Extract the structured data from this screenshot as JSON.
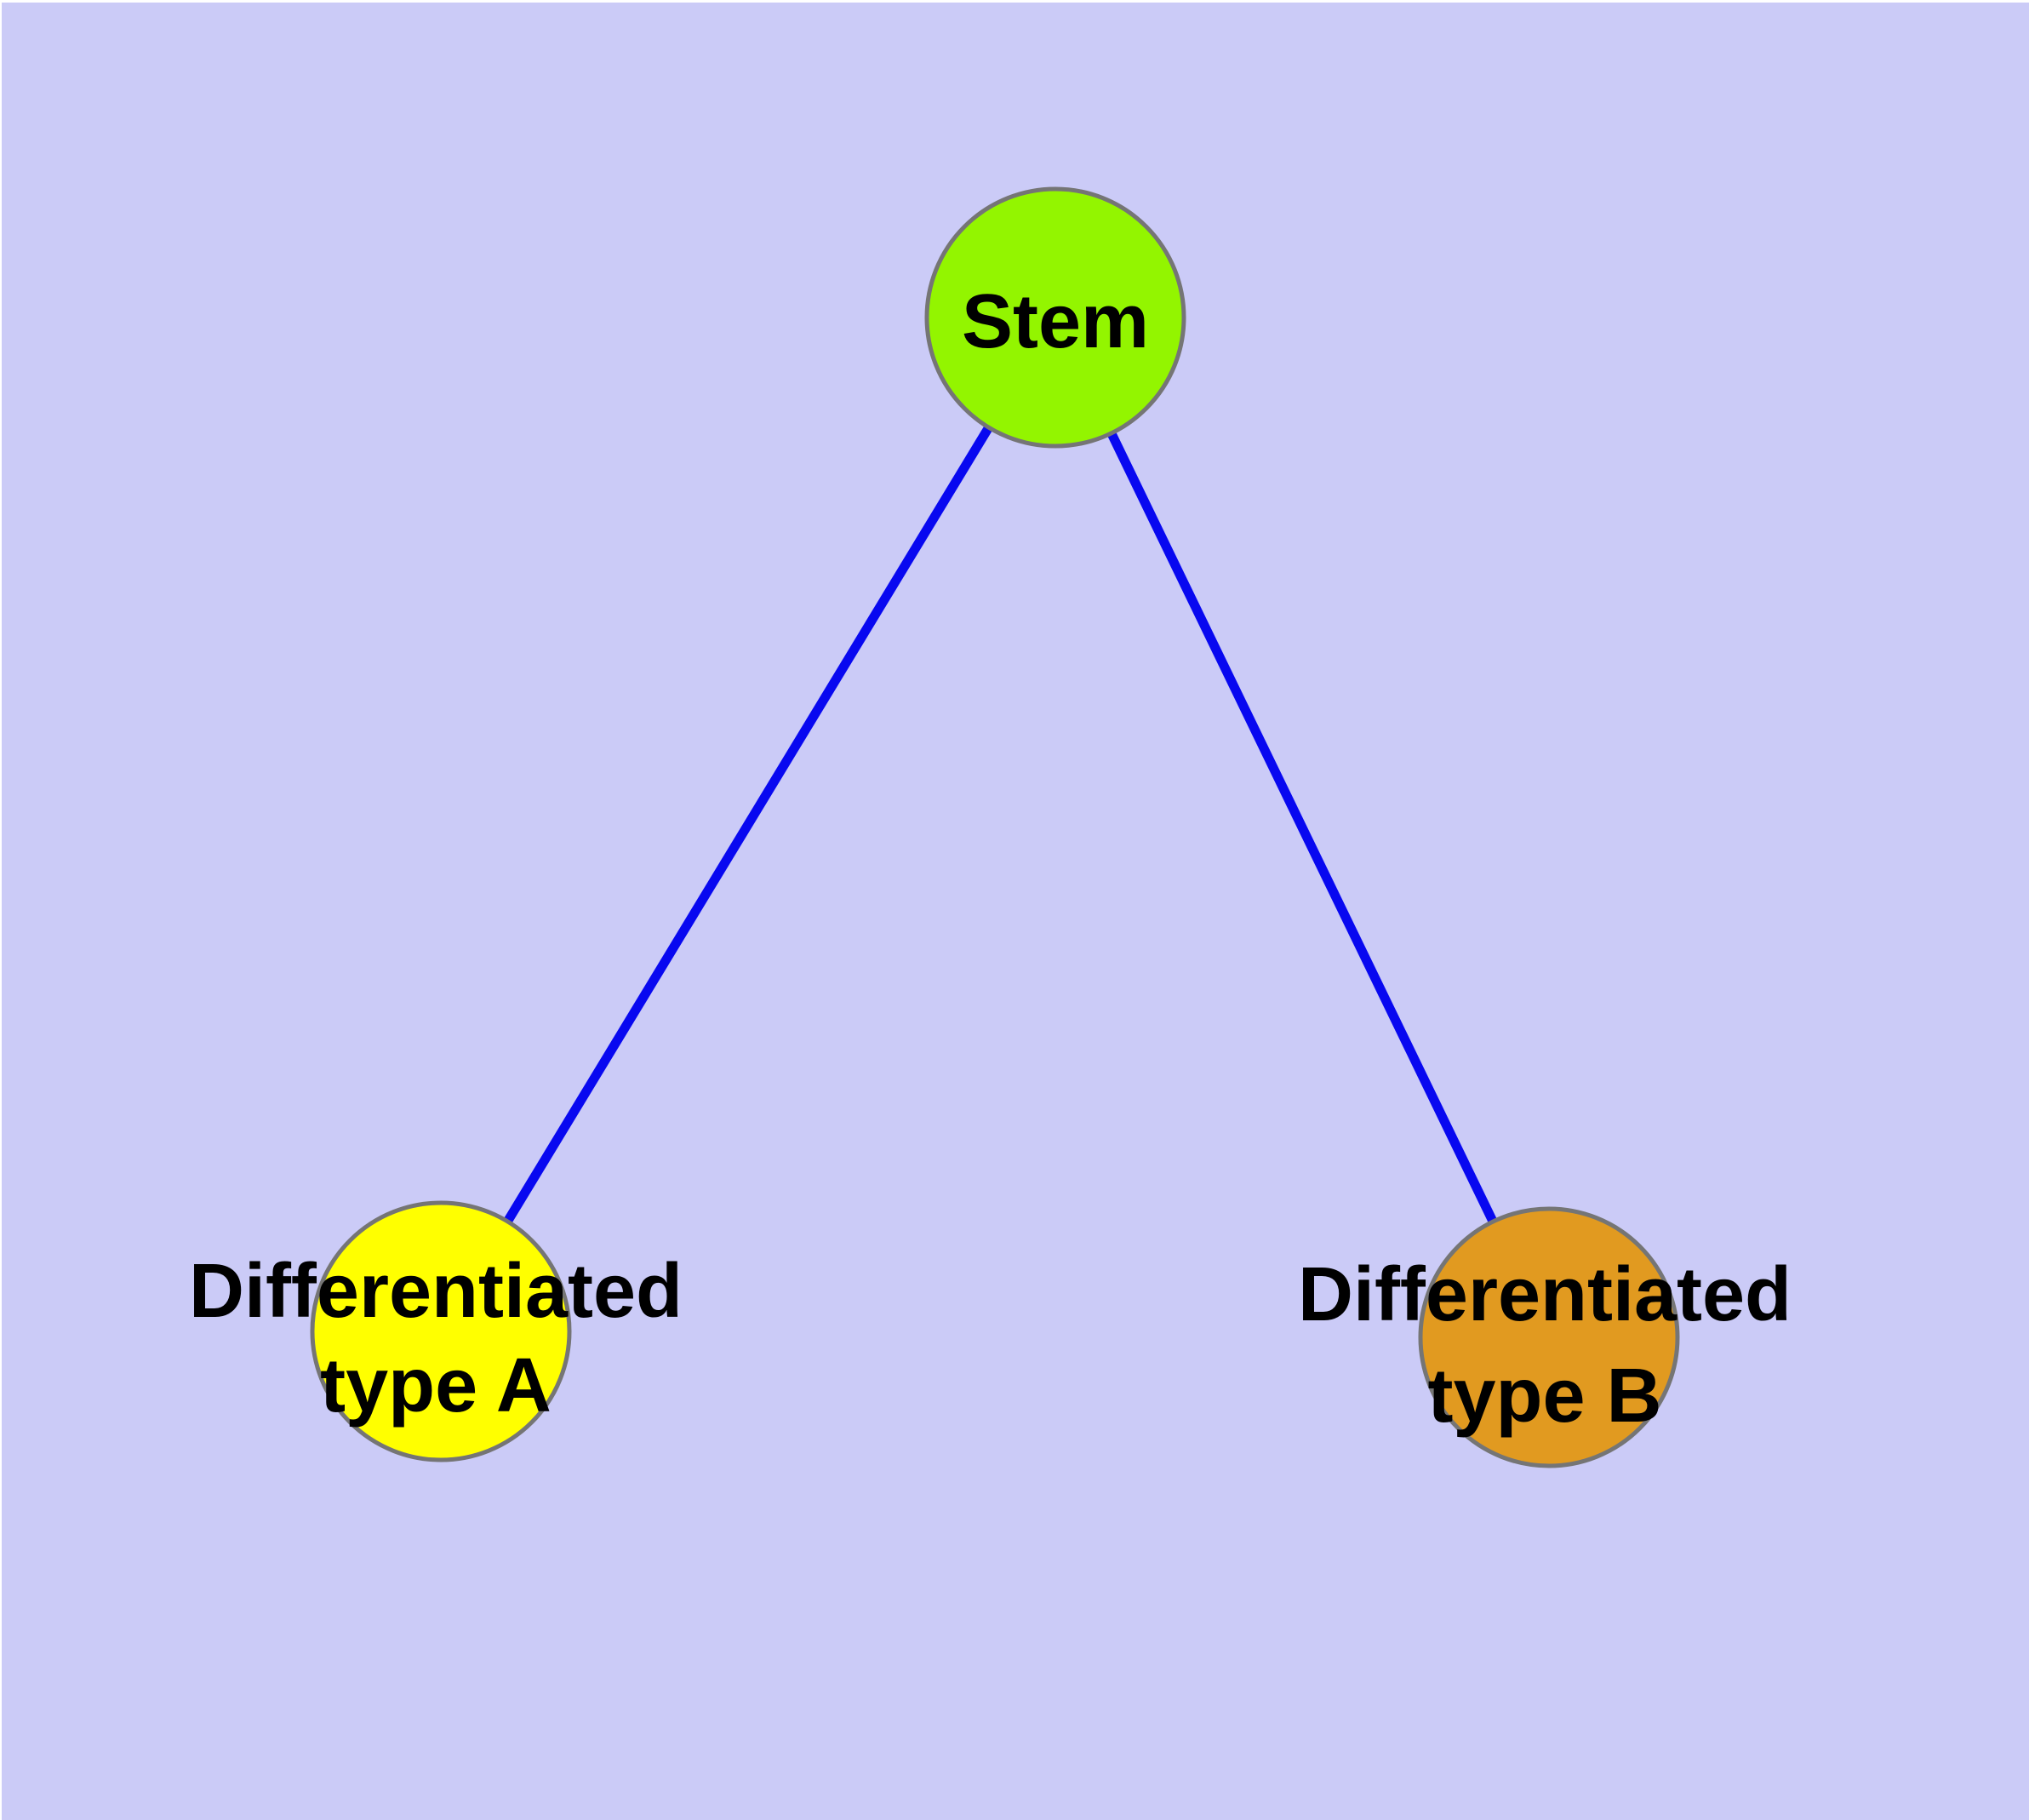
{
  "diagram": {
    "kind": "node-link graph",
    "node_count": 3,
    "edge_count": 2
  },
  "colors": {
    "background": "#CBCBF7",
    "page_margin": "#FFFFFF",
    "edge": "#0808F0",
    "node_border": "#757575",
    "label_text": "#000000"
  },
  "nodes": {
    "stem": {
      "label": "Stem",
      "color": "#93F500"
    },
    "type_a": {
      "label_line1": "Differentiated",
      "label_line2": "type A",
      "color": "#FFFF00"
    },
    "type_b": {
      "label_line1": "Differentiated",
      "label_line2": "type B",
      "color": "#E19A20"
    }
  },
  "edges": [
    {
      "from": "Stem",
      "to": "Differentiated type A"
    },
    {
      "from": "Stem",
      "to": "Differentiated type B"
    }
  ]
}
